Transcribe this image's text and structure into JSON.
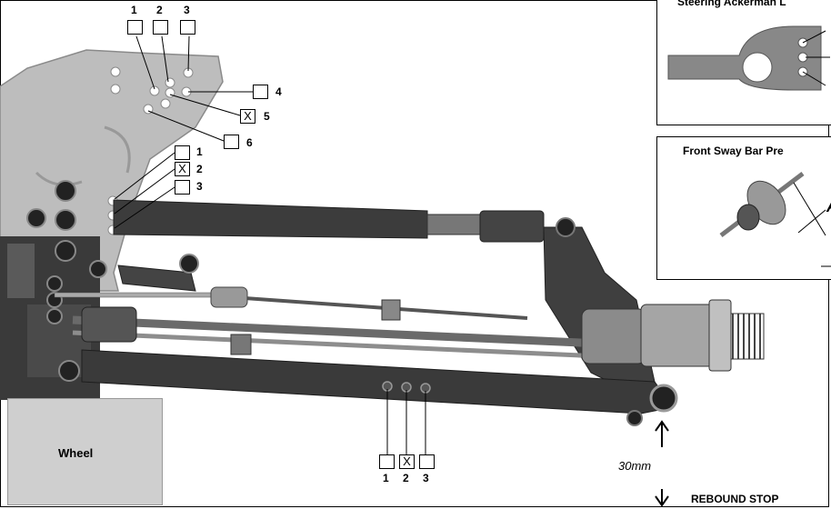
{
  "camber_holes": {
    "top_labels": [
      "1",
      "2",
      "3"
    ],
    "side_labels": [
      "4",
      "5",
      "6"
    ],
    "checked": "5",
    "mark": "X"
  },
  "tower_holes": {
    "labels": [
      "1",
      "2",
      "3"
    ],
    "checked": "2",
    "mark": "X"
  },
  "arm_holes": {
    "labels": [
      "1",
      "2",
      "3"
    ],
    "checked": "2",
    "mark": "X"
  },
  "insets": {
    "ackerman_title": "Steering Ackerman L",
    "sway_title": "Front Sway Bar Pre",
    "sway_letter": "A"
  },
  "wheel_label": "Wheel",
  "ride_height": "30mm",
  "rebound_label": "REBOUND STOP",
  "colors": {
    "plate": "#bdbdbd",
    "dark_part": "#3a3a3a",
    "metal": "#9a9a9a",
    "wheel_box": "#cfcfcf"
  }
}
